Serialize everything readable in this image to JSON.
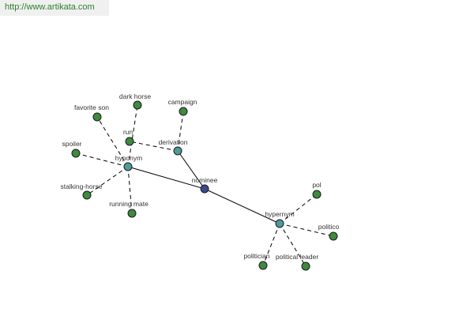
{
  "source": {
    "url_text": "http://www.artikata.com"
  },
  "colors": {
    "center_node": "#3a4a8a",
    "relation_node": "#4f9a9a",
    "term_node": "#3e8a3e"
  },
  "graph": {
    "center": {
      "id": "nominee",
      "label": "nominee"
    },
    "relations": [
      {
        "id": "hyponym",
        "label": "hyponym"
      },
      {
        "id": "derivation",
        "label": "derivation"
      },
      {
        "id": "hypernym",
        "label": "hypernym"
      }
    ],
    "terms": [
      {
        "id": "favorite-son",
        "label": "favorite son",
        "relation": "hyponym"
      },
      {
        "id": "dark-horse",
        "label": "dark horse",
        "relation": "hyponym"
      },
      {
        "id": "spoiler",
        "label": "spoiler",
        "relation": "hyponym"
      },
      {
        "id": "stalking-horse",
        "label": "stalking-horse",
        "relation": "hyponym"
      },
      {
        "id": "running-mate",
        "label": "running mate",
        "relation": "hyponym"
      },
      {
        "id": "run",
        "label": "run",
        "relation": "derivation"
      },
      {
        "id": "campaign",
        "label": "campaign",
        "relation": "derivation"
      },
      {
        "id": "pol",
        "label": "pol",
        "relation": "hypernym"
      },
      {
        "id": "politico",
        "label": "politico",
        "relation": "hypernym"
      },
      {
        "id": "politician",
        "label": "politician",
        "relation": "hypernym"
      },
      {
        "id": "political-leader",
        "label": "political leader",
        "relation": "hypernym"
      }
    ]
  }
}
